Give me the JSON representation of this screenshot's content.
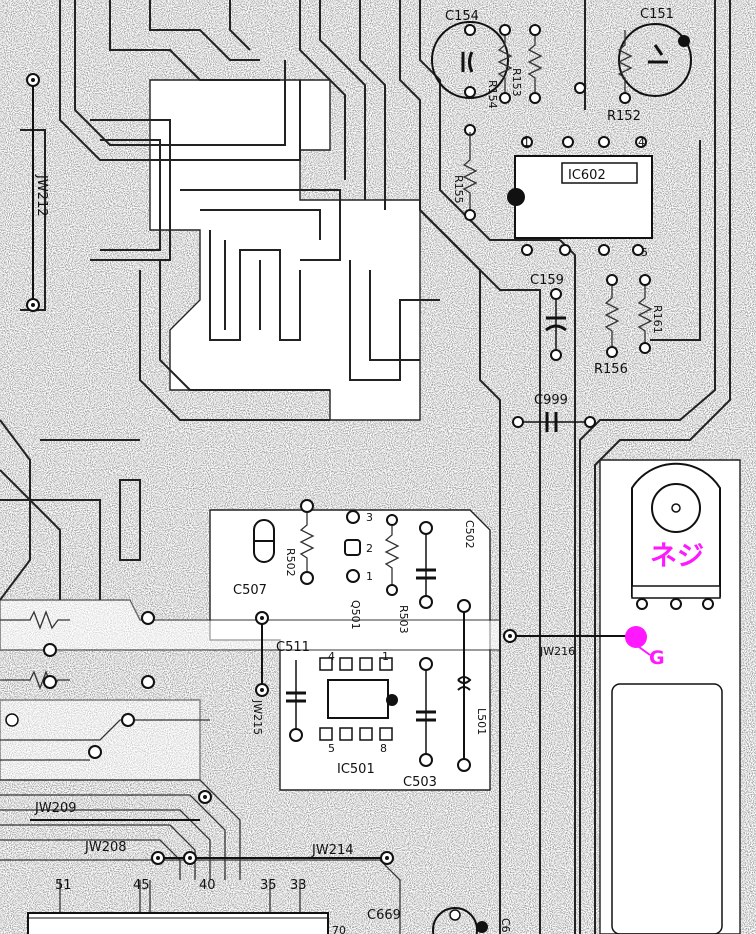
{
  "labels": {
    "c154": "C154",
    "c151": "C151",
    "r153": "R153",
    "r154": "R154",
    "r152": "R152",
    "r155": "R155",
    "ic602": "IC602",
    "c159": "C159",
    "r161": "R161",
    "r156": "R156",
    "c999": "C999",
    "jw212": "JW212",
    "c507": "C507",
    "r502": "R502",
    "q501": "Q501",
    "r503": "R503",
    "c502": "C502",
    "c511": "C511",
    "jw215": "JW215",
    "ic501": "IC501",
    "c503": "C503",
    "l501": "L501",
    "jw216": "JW216",
    "jw209": "JW209",
    "jw208": "JW208",
    "jw214": "JW214",
    "c669": "C669",
    "c6x": "C6",
    "q501_pin3": "3",
    "q501_pin2": "2",
    "q501_pin1": "1",
    "ic602_pin1": "1",
    "ic602_pin4": "4",
    "ic602_pin5": "5",
    "ic501_pin4": "4",
    "ic501_pin1": "1",
    "ic501_pin5": "5",
    "ic501_pin8": "8",
    "conn_51": "51",
    "conn_45": "45",
    "conn_40": "40",
    "conn_35": "35",
    "conn_33": "33",
    "conn_r": "70"
  },
  "annotations": {
    "screw_label": "ネジ",
    "ground_label": "G",
    "color": "#ff19ff"
  }
}
